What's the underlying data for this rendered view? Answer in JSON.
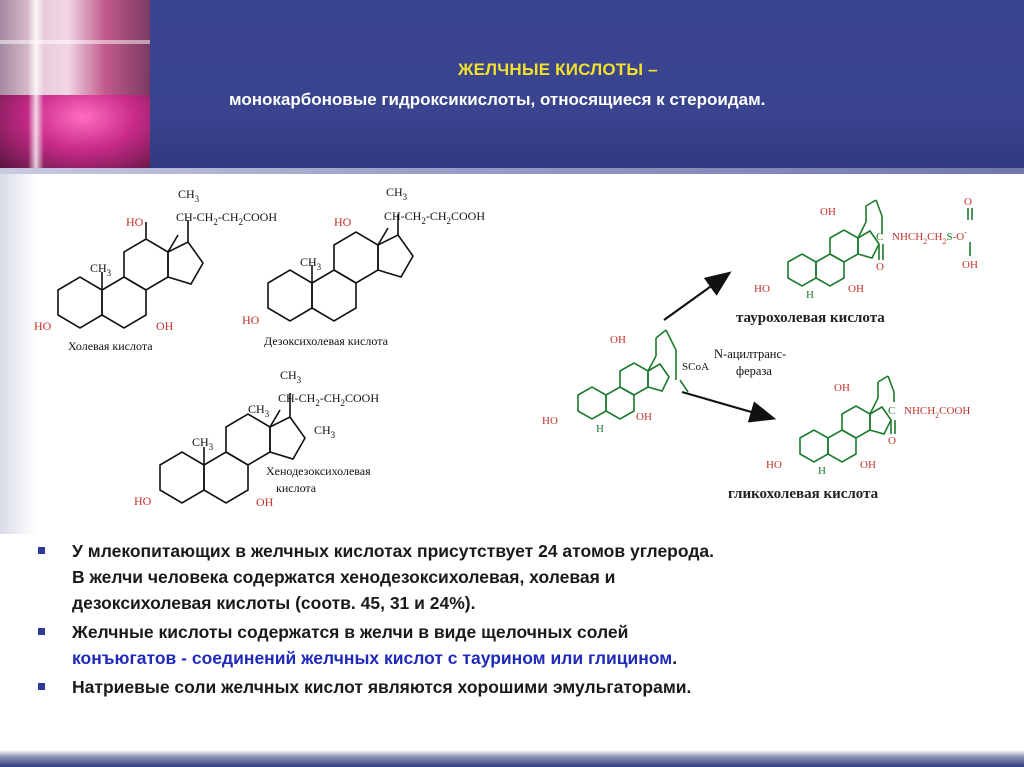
{
  "header": {
    "title_line1": "ЖЕЛЧНЫЕ КИСЛОТЫ –",
    "title_line2": "монокарбоновые гидроксикислоты,  относящиеся к стероидам."
  },
  "scheme": {
    "structures": {
      "cholic": {
        "name": "Холевая кислота",
        "methyl_top": "CH",
        "sub3": "3",
        "chain": "CH-CH",
        "chain2": "CH",
        "cooh": "COOH",
        "ch3": "CH",
        "ho_7": "HO",
        "ho_3": "HO",
        "oh_12": "OH"
      },
      "deoxycholic": {
        "name": "Дезоксихолевая кислота",
        "methyl_top": "CH",
        "chain": "CH-CH",
        "chain2": "CH",
        "cooh": "COOH",
        "ch3": "CH",
        "ho_12": "HO",
        "ho_3": "HO"
      },
      "chenodeoxycholic": {
        "name_line1": "Хенодезоксихолевая",
        "name_line2": "кислота",
        "methyl_top": "CH",
        "chain": "CH-CH",
        "chain2": "CH",
        "cooh": "COOH",
        "ch3_side": "CH",
        "ch3_ring": "CH",
        "ch3_ring2": "CH",
        "ho_3": "HO",
        "oh_7": "OH"
      },
      "cholyl_coa": {
        "scoa": "SCoA",
        "oh_top": "OH",
        "ho": "HO",
        "h": "H",
        "oh": "OH"
      },
      "taurocholic": {
        "name": "таурохолевая кислота",
        "oh_top": "OH",
        "chain": "NHCH",
        "chain_mid": "CH",
        "s": "S",
        "o_top": "O",
        "o_minus": "O",
        "oh_s": "OH",
        "c": "C",
        "o": "O",
        "ho": "HO",
        "h": "H",
        "oh": "OH"
      },
      "glycocholic": {
        "name": "гликохолевая кислота",
        "oh_top": "OH",
        "chain": "NHCH",
        "cooh": "COOH",
        "c": "C",
        "o": "O",
        "ho": "HO",
        "h": "H",
        "oh": "OH"
      }
    },
    "enzyme_line1": "N-ацилтранс-",
    "enzyme_line2": "фераза",
    "subscript_2": "2",
    "subscript_3": "3"
  },
  "bullets": [
    {
      "line1": "У млекопитающих в  желчных кислотах присутствует 24 атомов углерода.",
      "line2": "В желчи человека содержатся хенодезоксихолевая, холевая  и",
      "line3": "дезоксихолевая кислоты (соотв. 45, 31 и 24%)."
    },
    {
      "line1": "Желчные кислоты содержатся в желчи в виде щелочных солей",
      "line2_blue": "конъюгатов - соединений желчных кислот с таурином или глицином",
      "line2_end": "."
    },
    {
      "line1": "Натриевые соли желчных кислот являются хорошими эмульгаторами."
    }
  ],
  "colors": {
    "header_bg": "#39438e",
    "title_yellow": "#f2e02b",
    "bullet_blue": "#2e3a9a",
    "link_blue": "#2129b8",
    "hydroxyl_red": "#c0302a",
    "ring_green": "#1c7a2e"
  }
}
